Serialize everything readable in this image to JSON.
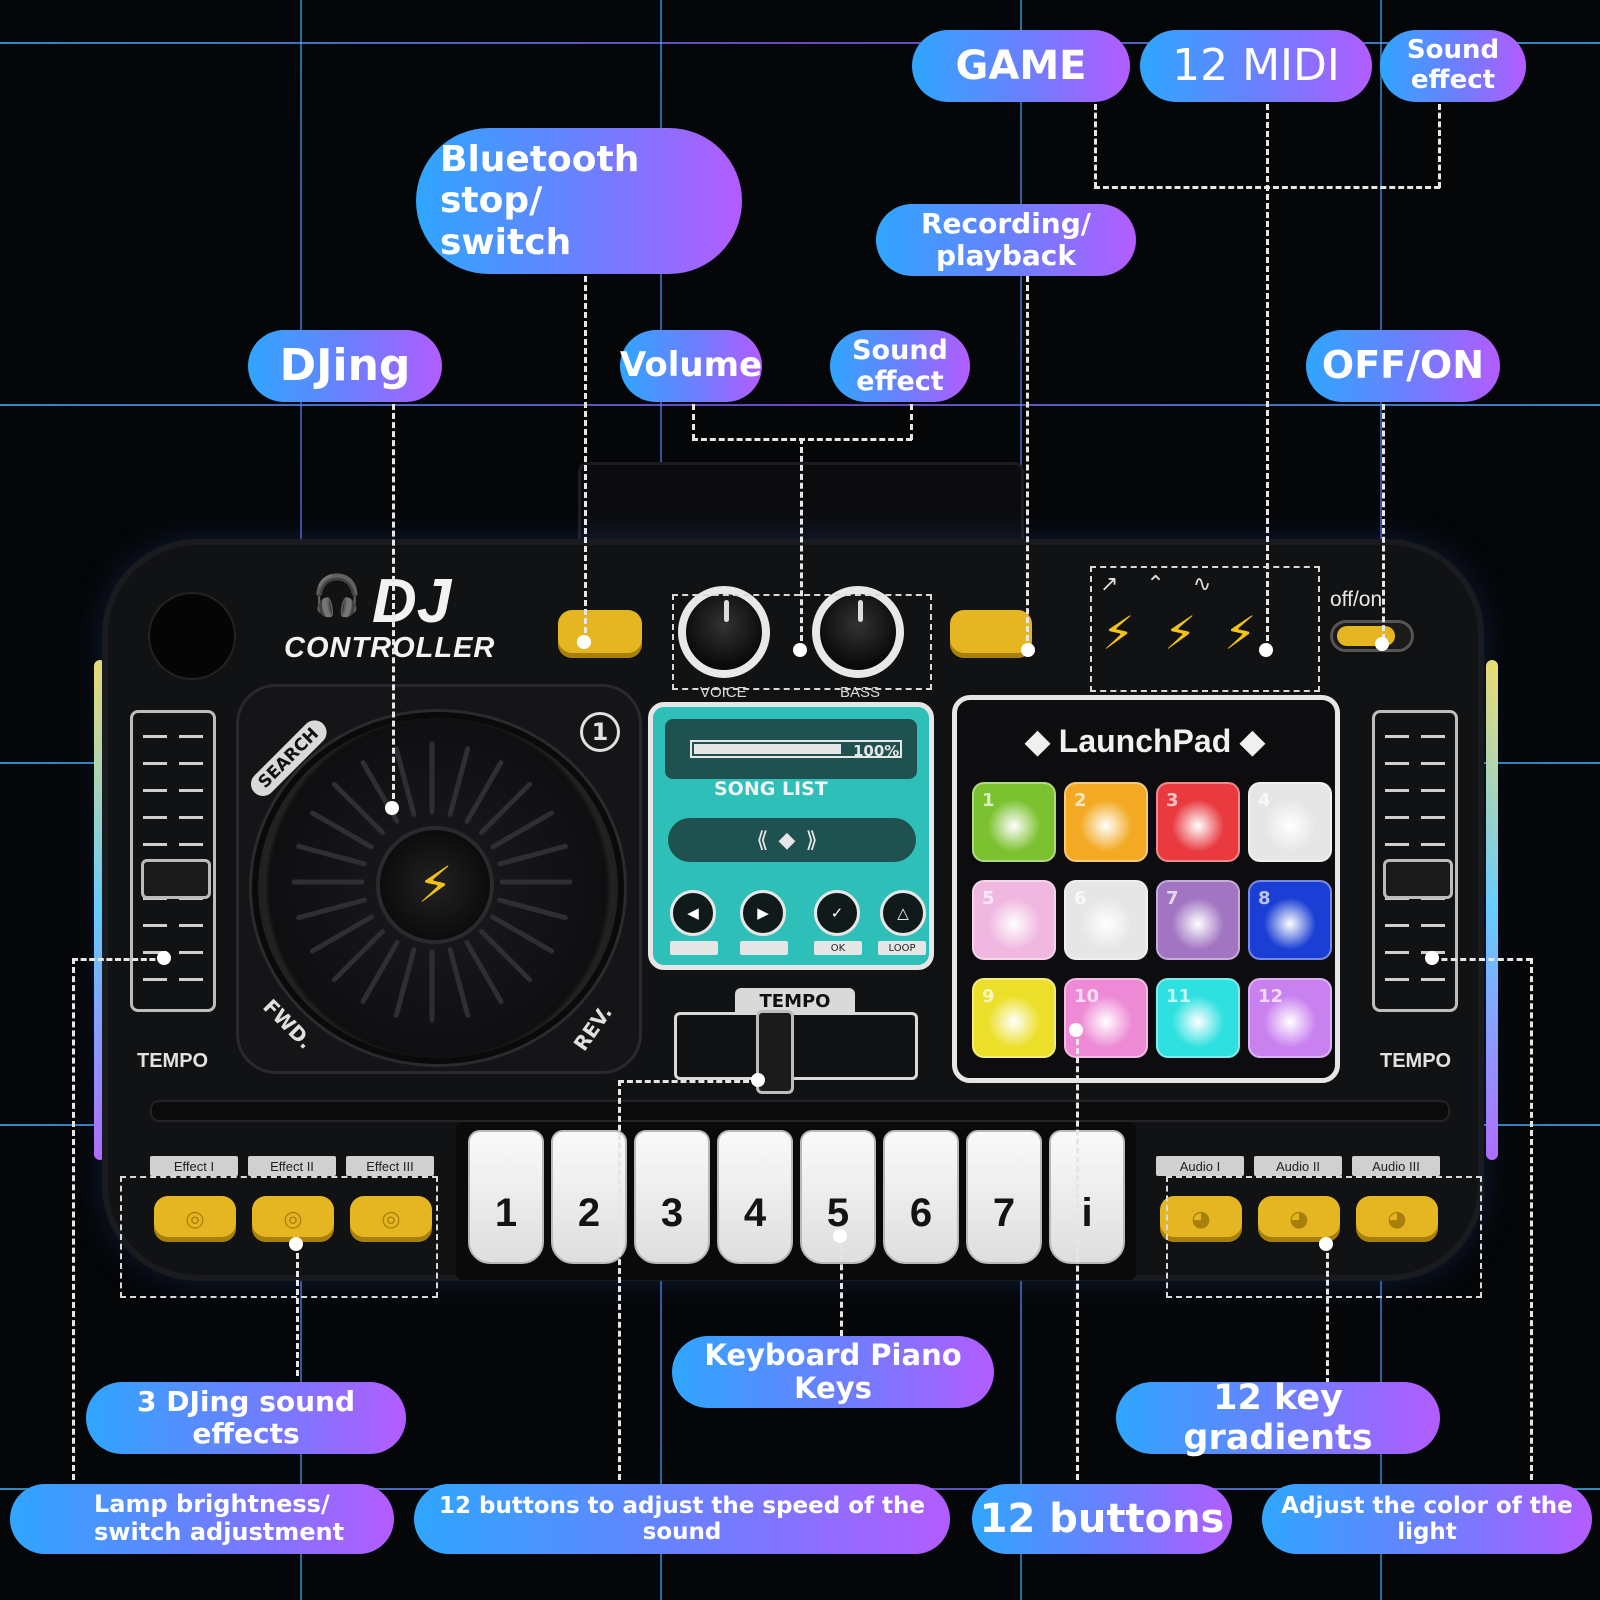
{
  "callouts": {
    "game": "GAME",
    "midi": "12    MIDI",
    "sound_effect_top": "Sound\neffect",
    "bluetooth": "Bluetooth stop/\nswitch",
    "recording": "Recording/\nplayback",
    "djing": "DJing",
    "volume": "Volume",
    "sound_effect_mid": "Sound\neffect",
    "off_on": "OFF/ON",
    "keyboard_piano": "Keyboard Piano Keys",
    "dj_sound_effects": "3 DJing sound effects",
    "key_gradients": "12 key gradients",
    "lamp_brightness": "Lamp brightness/\nswitch adjustment",
    "speed_buttons": "12 buttons to adjust the speed of the sound",
    "twelve_buttons": "12 buttons",
    "adjust_color": "Adjust the color of the light"
  },
  "device": {
    "brand_line1": "DJ",
    "brand_line2": "CONTROLLER",
    "power_label": "off/on",
    "knobs": [
      "VOICE",
      "BASS"
    ],
    "jog_labels": {
      "search": "SEARCH",
      "fwd": "FWD.",
      "rev": "REV.",
      "mode": "1"
    },
    "tempo_left": "TEMPO",
    "tempo_right": "TEMPO",
    "tempo_center": "TEMPO",
    "screen": {
      "progress_label": "100%",
      "progress_value": 1.0,
      "song_list": "SONG LIST",
      "button_labels": [
        "",
        "",
        "OK",
        "LOOP"
      ]
    },
    "launchpad": {
      "title": "LaunchPad",
      "pads": [
        {
          "n": "1",
          "color": "#7cc230"
        },
        {
          "n": "2",
          "color": "#f3a923"
        },
        {
          "n": "3",
          "color": "#e83a3f"
        },
        {
          "n": "4",
          "color": "#e6e6e6"
        },
        {
          "n": "5",
          "color": "#f0b7e0"
        },
        {
          "n": "6",
          "color": "#e6e6e6"
        },
        {
          "n": "7",
          "color": "#a175c2"
        },
        {
          "n": "8",
          "color": "#1b3fd4"
        },
        {
          "n": "9",
          "color": "#ecdf2a"
        },
        {
          "n": "10",
          "color": "#ee8ad5"
        },
        {
          "n": "11",
          "color": "#2fe0e0"
        },
        {
          "n": "12",
          "color": "#c981f0"
        }
      ]
    },
    "effects": [
      "Effect I",
      "Effect II",
      "Effect III"
    ],
    "audios": [
      "Audio I",
      "Audio II",
      "Audio III"
    ],
    "keys": [
      "1",
      "2",
      "3",
      "4",
      "5",
      "6",
      "7",
      "i"
    ]
  }
}
